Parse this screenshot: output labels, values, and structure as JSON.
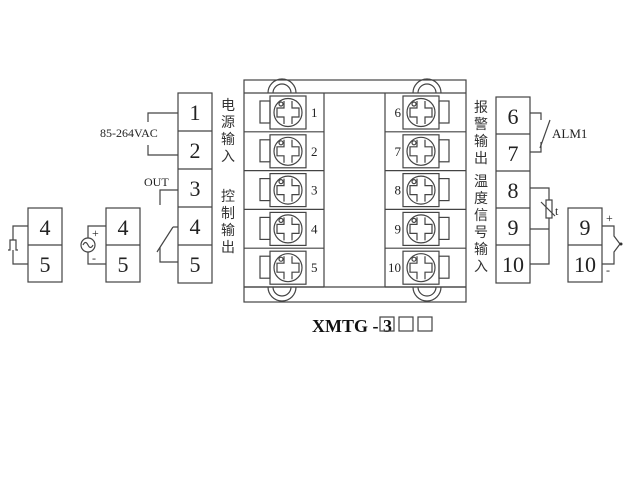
{
  "title": {
    "model": "XMTG - 3",
    "suffix_boxes": 3
  },
  "left_terminals": {
    "numbers": [
      "1",
      "2",
      "3",
      "4",
      "5"
    ],
    "power_label": "85-264VAC",
    "out_label": "OUT",
    "group_labels": {
      "power": [
        "电",
        "源",
        "输",
        "入"
      ],
      "control": [
        "控",
        "制",
        "输",
        "出"
      ]
    }
  },
  "right_terminals": {
    "numbers": [
      "6",
      "7",
      "8",
      "9",
      "10"
    ],
    "alarm_label": "ALM1",
    "rtd_label": "t",
    "group_labels": {
      "alarm": [
        "报",
        "警",
        "输",
        "出"
      ],
      "temp": [
        "温",
        "度",
        "信",
        "号",
        "输",
        "入"
      ]
    }
  },
  "pulse_module": {
    "numbers": [
      "4",
      "5"
    ]
  },
  "analog_module": {
    "numbers": [
      "4",
      "5"
    ],
    "plus": "+",
    "minus": "-"
  },
  "thermocouple_module": {
    "numbers": [
      "9",
      "10"
    ],
    "plus": "+",
    "minus": "-"
  },
  "device_terminals": {
    "left": [
      "1",
      "2",
      "3",
      "4",
      "5"
    ],
    "right": [
      "6",
      "7",
      "8",
      "9",
      "10"
    ]
  }
}
